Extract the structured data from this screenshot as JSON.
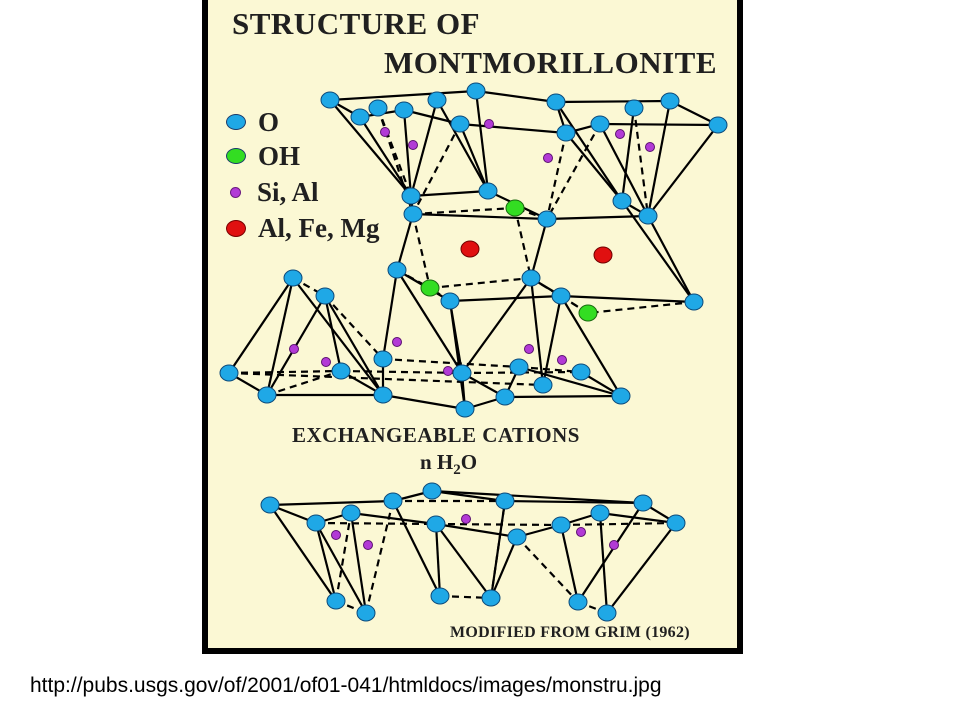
{
  "figure": {
    "title_line1": "STRUCTURE  OF",
    "title_line2": "MONTMORILLONITE",
    "legend": [
      {
        "label": "O",
        "color": "#1fa8e6"
      },
      {
        "label": "OH",
        "color": "#33dd22"
      },
      {
        "label": "Si, Al",
        "color": "#b23ad6"
      },
      {
        "label": "Al, Fe, Mg",
        "color": "#e01010"
      }
    ],
    "exchangeable_label": "EXCHANGEABLE  CATIONS",
    "water_label_prefix": "n H",
    "water_label_sub": "2",
    "water_label_suffix": "O",
    "credit": "MODIFIED FROM GRIM (1962)",
    "colors": {
      "background": "#fbf8d4",
      "frame": "#000000",
      "bond_line": "#000000",
      "oxygen": "#1fa8e6",
      "hydroxyl": "#33dd22",
      "si_al": "#b23ad6",
      "al_fe_mg": "#e01010"
    }
  },
  "source_url": "http://pubs.usgs.gov/of/2001/of01-041/htmldocs/images/monstru.jpg"
}
